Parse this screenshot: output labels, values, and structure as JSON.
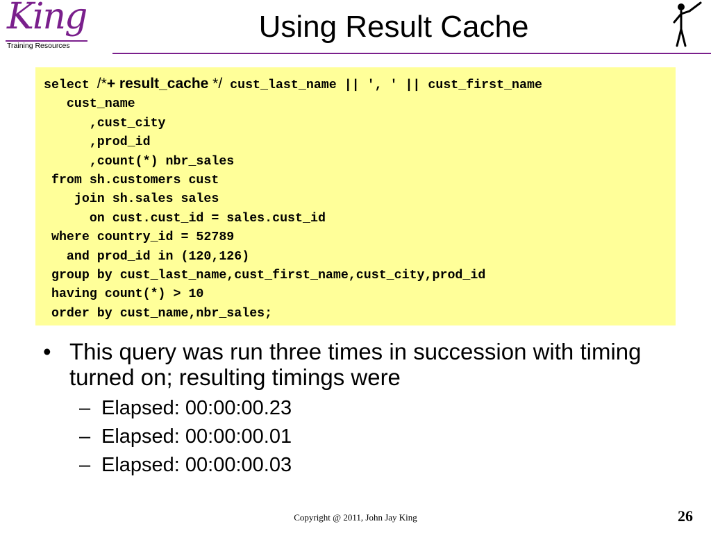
{
  "logo": {
    "script": "King",
    "subtitle": "Training Resources"
  },
  "title": "Using Result Cache",
  "code": {
    "line1_prefix": "select ",
    "hint_open": "/*",
    "hint_keyword": "+ result_cache",
    "hint_close": " */",
    "line1_rest": " cust_last_name || ', ' || cust_first_name",
    "lines": [
      "   cust_name",
      "      ,cust_city",
      "      ,prod_id",
      "      ,count(*) nbr_sales",
      " from sh.customers cust",
      "    join sh.sales sales",
      "      on cust.cust_id = sales.cust_id",
      " where country_id = 52789",
      "   and prod_id in (120,126)",
      " group by cust_last_name,cust_first_name,cust_city,prod_id",
      " having count(*) > 10",
      " order by cust_name,nbr_sales;"
    ]
  },
  "bullets": {
    "main": "This query was run three times in succession with timing turned on; resulting timings were",
    "sub": [
      "Elapsed: 00:00:00.23",
      "Elapsed: 00:00:00.01",
      "Elapsed: 00:00:00.03"
    ]
  },
  "footer": {
    "copyright": "Copyright @ 2011, John Jay King",
    "page": "26"
  },
  "colors": {
    "brand": "#7a1f8c",
    "code_bg": "#ffff99"
  }
}
